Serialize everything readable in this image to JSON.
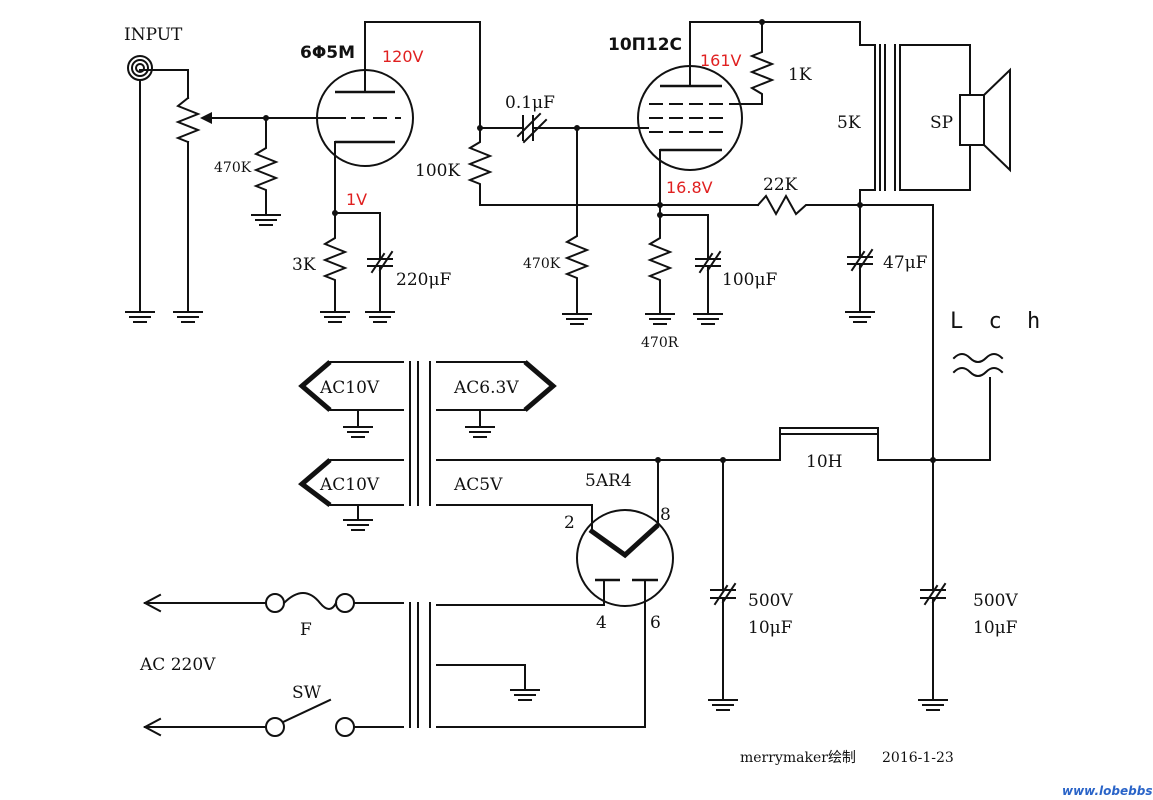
{
  "labels": {
    "input": "INPUT",
    "tube1": "6Φ5M",
    "tube1_plate_voltage": "120V",
    "tube1_cathode_voltage": "1V",
    "r_grid1": "470K",
    "r_cathode1": "3K",
    "c_cathode1": "220μF",
    "r_plate1": "100K",
    "c_coupling": "0.1μF",
    "tube2": "10П12С",
    "tube2_plate_voltage": "161V",
    "tube2_cathode_voltage": "16.8V",
    "r_screen": "1K",
    "r_grid2": "470K",
    "r_cathode2": "470R",
    "c_cathode2": "100μF",
    "r_feedback": "22K",
    "c_filter1": "47μF",
    "output_transformer": "5K",
    "speaker": "SP",
    "choke_symbol": "L c h",
    "heater1": "AC10V",
    "heater2": "AC6.3V",
    "heater3": "AC10V",
    "rect_heater": "AC5V",
    "rectifier": "5AR4",
    "pin2": "2",
    "pin8": "8",
    "pin4": "4",
    "pin6": "6",
    "choke": "10H",
    "cap_a_voltage": "500V",
    "cap_a_value": "10μF",
    "cap_b_voltage": "500V",
    "cap_b_value": "10μF",
    "fuse": "F",
    "mains": "AC 220V",
    "switch": "SW",
    "credit": "merrymaker绘制",
    "date": "2016-1-23",
    "watermark": "www.lobebbs.com"
  },
  "colors": {
    "voltage": "#e02020",
    "wire": "#111111",
    "watermark": "#2a64c8"
  }
}
